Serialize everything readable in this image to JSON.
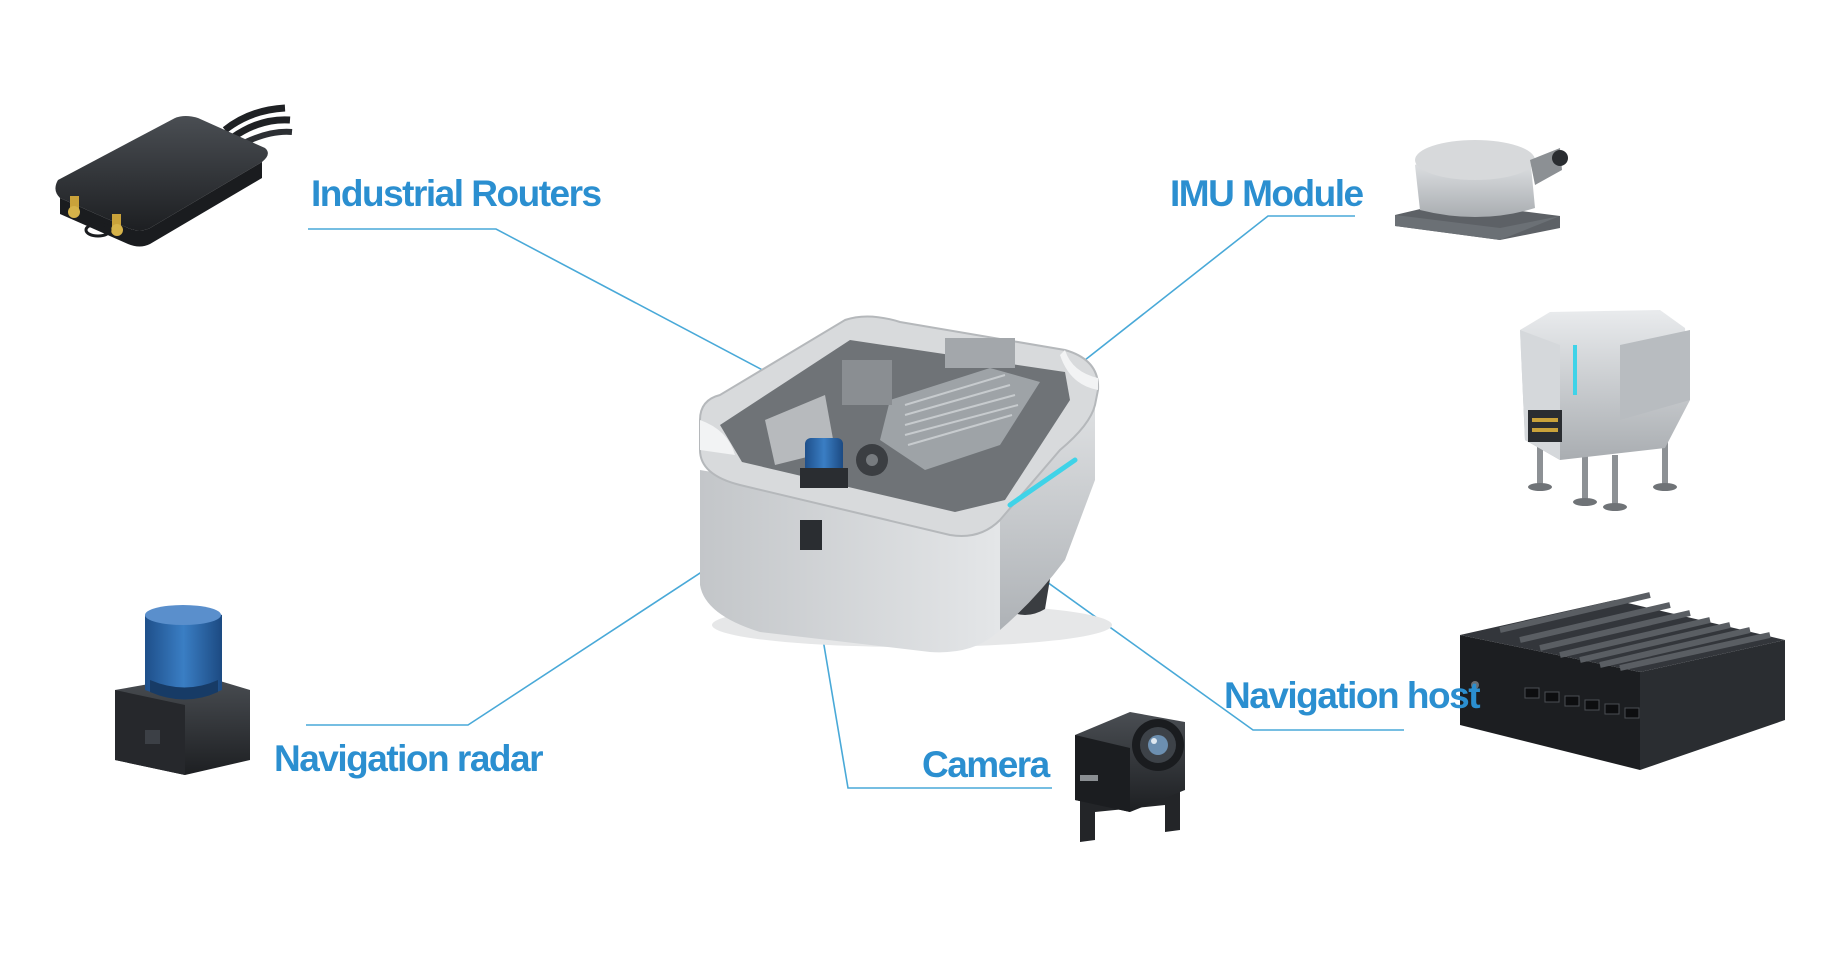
{
  "labels": {
    "industrial_routers": "Industrial Routers",
    "imu_module": "IMU Module",
    "navigation_radar": "Navigation radar",
    "camera": "Camera",
    "navigation_host": "Navigation host"
  },
  "colors": {
    "label_text": "#2b8fd0",
    "leader_line": "#49a9d8",
    "robot_body": "#c9ccce",
    "robot_shadow": "#9ea2a6",
    "robot_interior": "#6f7377",
    "lidar_blue": "#2f6fb3",
    "device_dark": "#2a2d31",
    "accent_cyan": "#3fd3e8"
  },
  "icons": {
    "robot": "agv-chassis-cutaway",
    "router": "industrial-router-device",
    "imu": "imu-sensor-puck",
    "depth_sensor": "depth-camera-device",
    "lidar": "lidar-scanner",
    "camera": "board-camera",
    "host": "fanless-mini-pc"
  }
}
